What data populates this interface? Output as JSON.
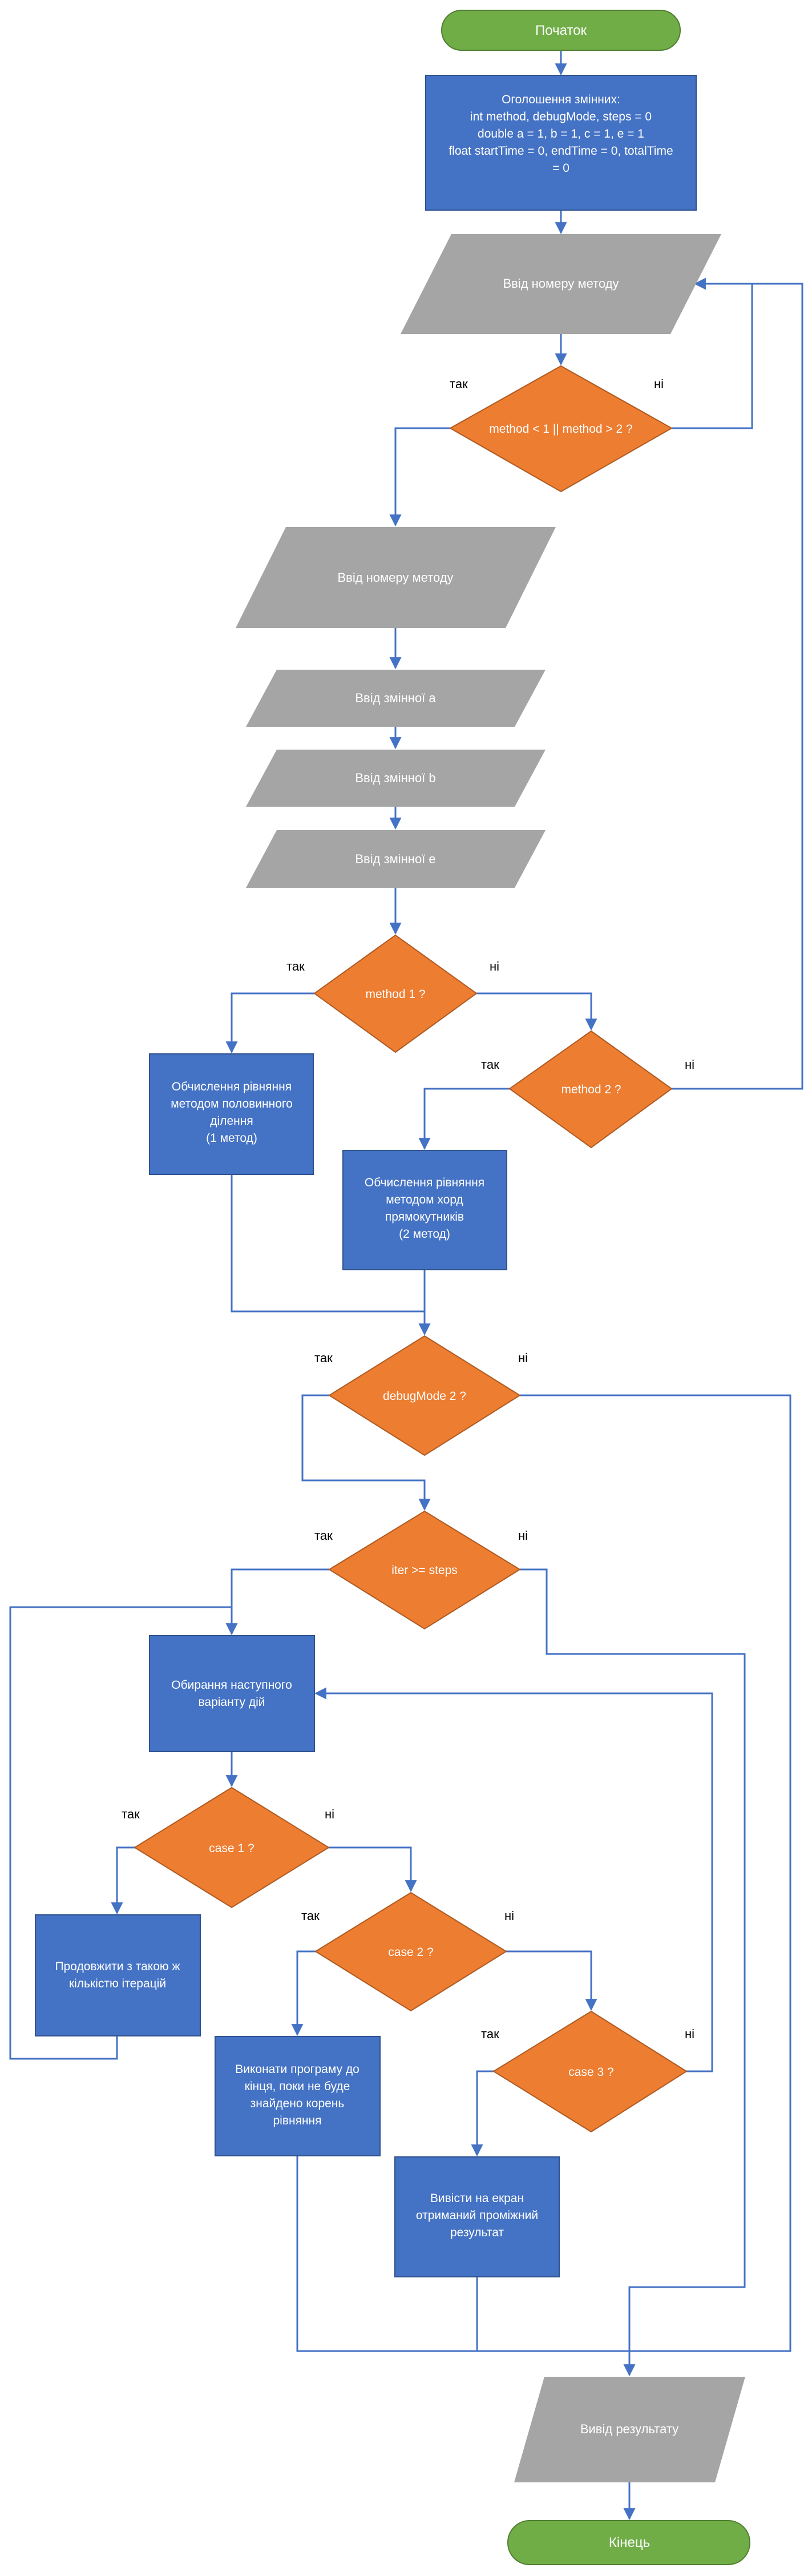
{
  "colors": {
    "start_end": "#70AD47",
    "start_end_border": "#507E32",
    "process": "#4472C4",
    "process_border": "#2F528F",
    "io": "#A5A5A5",
    "decision": "#ED7D31",
    "decision_border": "#AE5A21",
    "arrow": "#4472C4"
  },
  "nodes": {
    "start": "Початок",
    "declare": [
      "Оголошення змінних:",
      "int method, debugMode, steps = 0",
      "double a = 1, b = 1, c = 1, e = 1",
      "float startTime = 0, endTime = 0, totalTime",
      "= 0"
    ],
    "input_method_1": "Ввід номеру методу",
    "method_check": "method < 1 || method > 2 ?",
    "input_method_2": "Ввід номеру методу",
    "input_a": "Ввід змінної a",
    "input_b": "Ввід змінної b",
    "input_e": "Ввід змінної e",
    "method1_check": "method 1 ?",
    "method2_check": "method 2 ?",
    "calc_method1": [
      "Обчислення рівняння",
      "методом половинного",
      "ділення",
      "(1 метод)"
    ],
    "calc_method2": [
      "Обчислення рівняння",
      "методом хорд",
      "прямокутників",
      "(2 метод)"
    ],
    "debug_check": "debugMode 2 ?",
    "iter_check": "iter >= steps",
    "choose_action": [
      "Обирання наступного",
      "варіанту дій"
    ],
    "case1_check": "case 1 ?",
    "case2_check": "case 2 ?",
    "case3_check": "case 3 ?",
    "continue_iter": [
      "Продовжити з такою ж",
      "кількістю ітерацій"
    ],
    "run_to_end": [
      "Виконати програму до",
      "кінця, поки не буде",
      "знайдено корень",
      "рівняння"
    ],
    "show_intermediate": [
      "Вивісти на екран",
      "отриманий проміжний",
      "результат"
    ],
    "output_result": "Вивід результату",
    "end": "Кінець"
  },
  "labels": {
    "yes": "так",
    "no": "ні"
  }
}
